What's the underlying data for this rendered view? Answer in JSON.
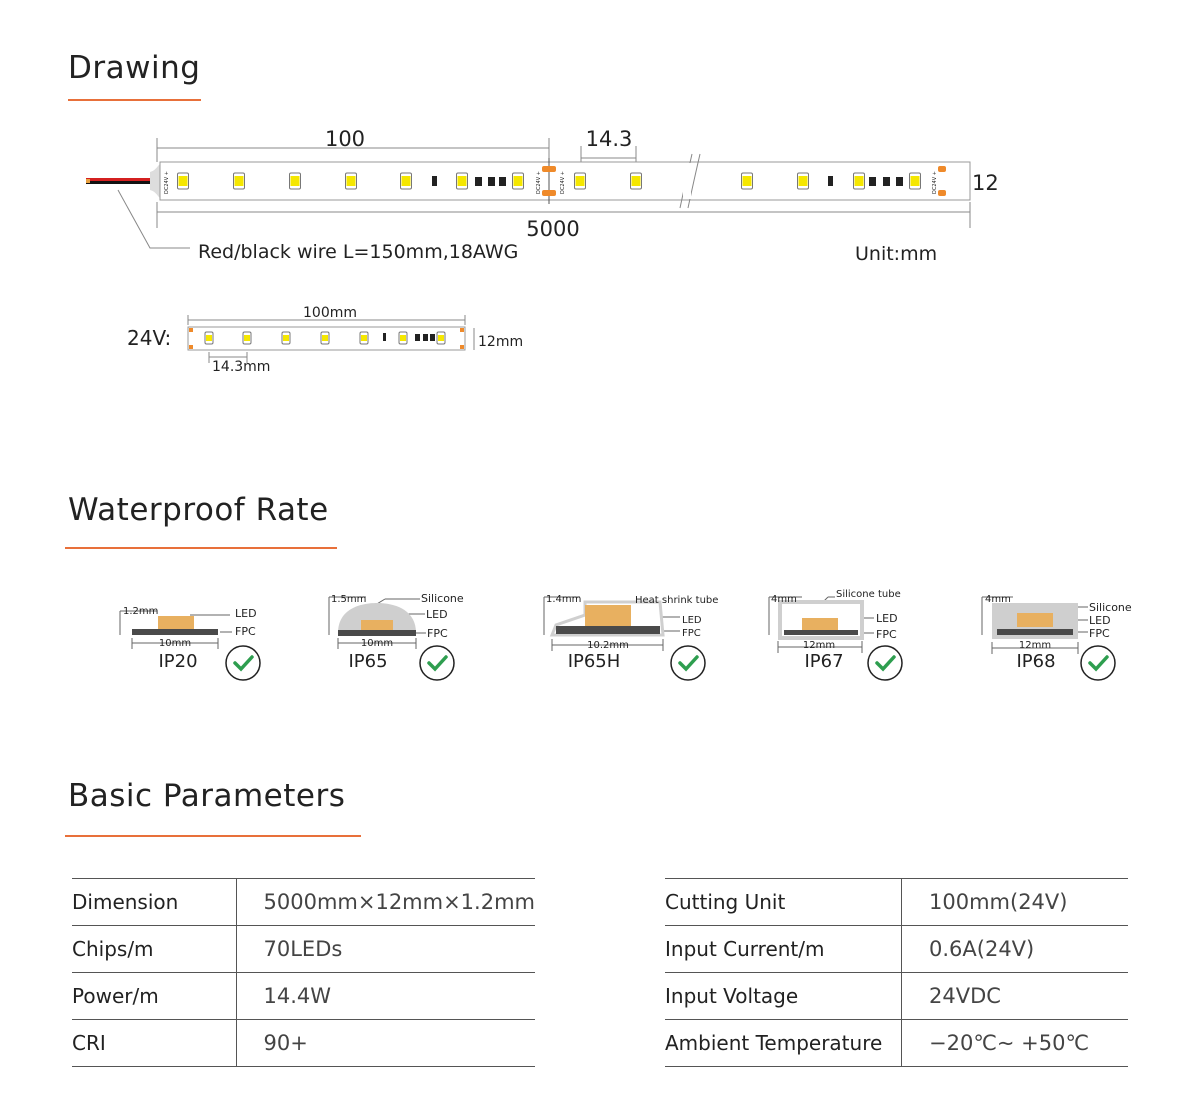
{
  "sections": {
    "drawing": "Drawing",
    "waterproof": "Waterproof Rate",
    "params": "Basic Parameters"
  },
  "drawing": {
    "dim_segment": "100",
    "dim_pitch": "14.3",
    "dim_length": "5000",
    "dim_width": "12",
    "wire_label": "Red/black wire L=150mm,18AWG",
    "unit": "Unit:mm",
    "pcb_mark": "DC24V +",
    "small": {
      "voltage": "24V:",
      "segment": "100mm",
      "width": "12mm",
      "pitch": "14.3mm"
    }
  },
  "waterproof": [
    {
      "name": "IP20",
      "height": "1.2mm",
      "width": "10mm",
      "labels": [
        "LED",
        "FPC"
      ]
    },
    {
      "name": "IP65",
      "height": "1.5mm",
      "width": "10mm",
      "labels": [
        "Silicone",
        "LED",
        "FPC"
      ]
    },
    {
      "name": "IP65H",
      "height": "1.4mm",
      "width": "10.2mm",
      "labels": [
        "Heat shrink tube",
        "LED",
        "FPC"
      ]
    },
    {
      "name": "IP67",
      "height": "4mm",
      "width": "12mm",
      "labels": [
        "Silicone tube",
        "LED",
        "FPC"
      ]
    },
    {
      "name": "IP68",
      "height": "4mm",
      "width": "12mm",
      "labels": [
        "Silicone",
        "LED",
        "FPC"
      ]
    }
  ],
  "params_left": [
    {
      "key": "Dimension",
      "value": "5000mm×12mm×1.2mm"
    },
    {
      "key": "Chips/m",
      "value": "70LEDs"
    },
    {
      "key": "Power/m",
      "value": "14.4W"
    },
    {
      "key": "CRI",
      "value": "90+"
    }
  ],
  "params_right": [
    {
      "key": "Cutting Unit",
      "value": "100mm(24V)"
    },
    {
      "key": "Input Current/m",
      "value": "0.6A(24V)"
    },
    {
      "key": "Input Voltage",
      "value": "24VDC"
    },
    {
      "key": "Ambient Temperature",
      "value": "−20℃∼ +50℃"
    }
  ],
  "colors": {
    "accent": "#e8703a",
    "check": "#2e9e4f",
    "led": "#f5e700",
    "chip": "#e8b060",
    "fpc": "#4a4a4a",
    "silicone": "#cfcfcf"
  }
}
